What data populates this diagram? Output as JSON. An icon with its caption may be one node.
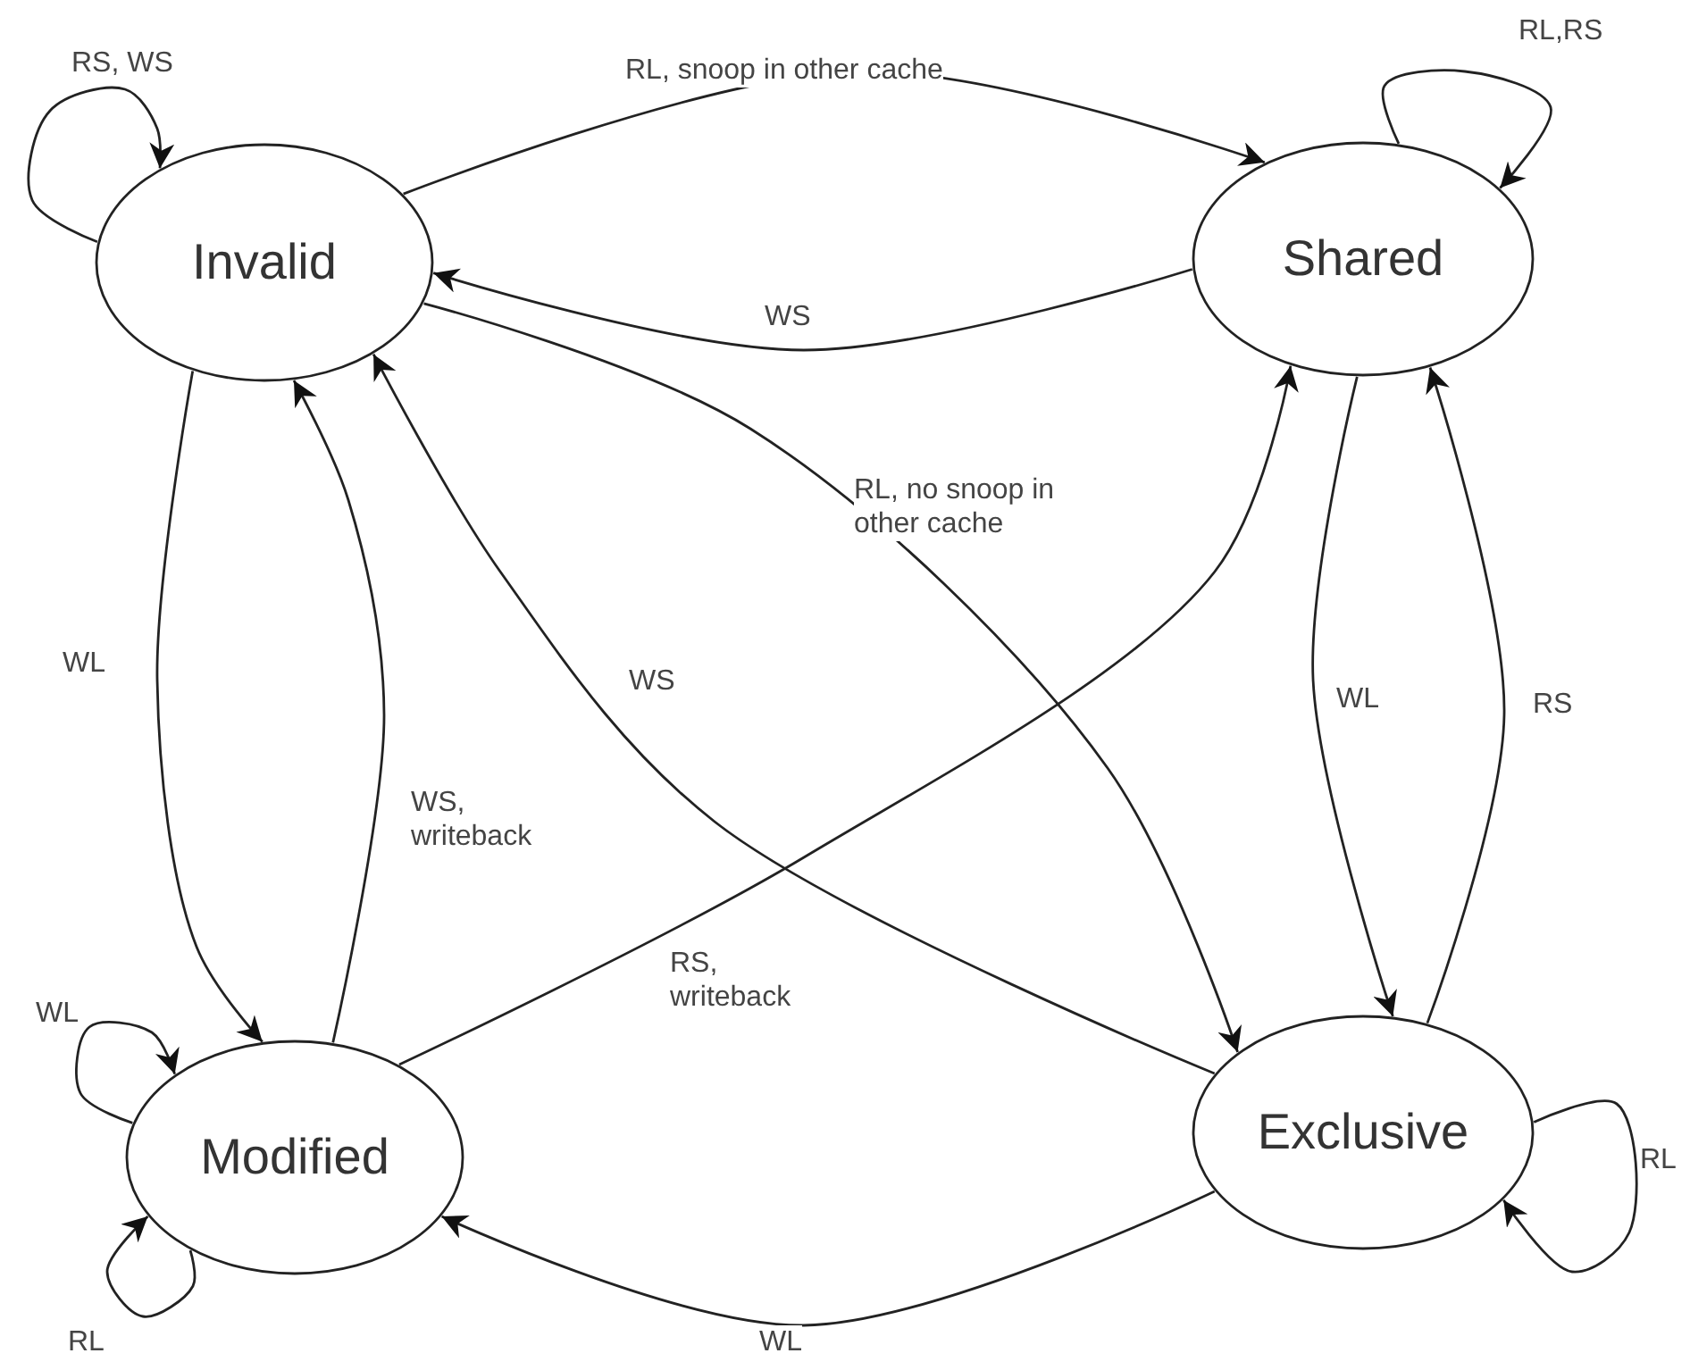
{
  "diagram": {
    "nodes": [
      {
        "text": [
          "Invalid"
        ]
      },
      {
        "text": [
          "Shared"
        ]
      },
      {
        "text": [
          "Modified"
        ]
      },
      {
        "text": [
          "Exclusive"
        ]
      }
    ],
    "edges": [
      {
        "from": 0,
        "to": 0,
        "arrow": "to",
        "label": "RS, WS"
      },
      {
        "from": 0,
        "to": 1,
        "arrow": "to",
        "label": "RL, snoop in other cache"
      },
      {
        "from": 1,
        "to": 0,
        "arrow": "to",
        "label": "WS"
      },
      {
        "from": 1,
        "to": 1,
        "arrow": "to",
        "label": "RL,RS"
      },
      {
        "from": 0,
        "to": 2,
        "arrow": "to",
        "label": "WL"
      },
      {
        "from": 2,
        "to": 0,
        "arrow": "to",
        "label": "WS, writeback"
      },
      {
        "from": 3,
        "to": 0,
        "arrow": "to",
        "label": "WS"
      },
      {
        "from": 0,
        "to": 3,
        "arrow": "to",
        "label": "RL, no snoop in other cache"
      },
      {
        "from": 2,
        "to": 1,
        "arrow": "to",
        "label": "RS, writeback"
      },
      {
        "from": 1,
        "to": 3,
        "arrow": "to",
        "label": "WL"
      },
      {
        "from": 3,
        "to": 1,
        "arrow": "to",
        "label": "RS"
      },
      {
        "from": 3,
        "to": 2,
        "arrow": "to",
        "label": "WL"
      },
      {
        "from": 2,
        "to": 2,
        "arrow": "to",
        "label": "WL"
      },
      {
        "from": 2,
        "to": 2,
        "arrow": "to",
        "label": "RL"
      },
      {
        "from": 3,
        "to": 3,
        "arrow": "to",
        "label": "RL"
      }
    ]
  }
}
